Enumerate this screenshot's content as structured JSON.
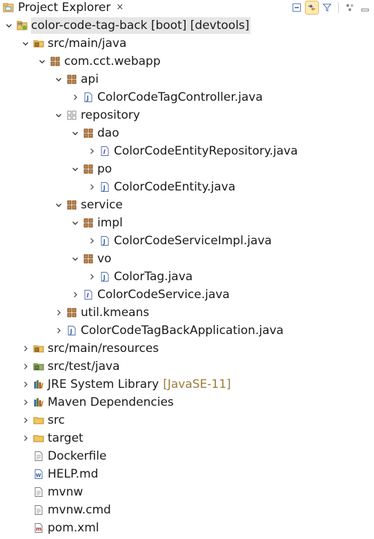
{
  "view": {
    "title": "Project Explorer",
    "close_glyph": "×"
  },
  "toolbar": {
    "buttons": [
      {
        "name": "collapse-all-icon"
      },
      {
        "name": "link-with-editor-icon",
        "active": true
      },
      {
        "name": "filter-icon"
      },
      {
        "name": "separator"
      },
      {
        "name": "view-menu-icon"
      },
      {
        "name": "minimize-icon"
      }
    ]
  },
  "colors": {
    "selection": "#e6e6e6",
    "decoration": "#9a7b3a",
    "folder": "#e8b94a",
    "java": "#3f6fb5"
  },
  "tree": [
    {
      "label": "color-code-tag-back [boot] [devtools]",
      "depth": 0,
      "twisty": "open",
      "icon": "boot-project-icon",
      "selected": true
    },
    {
      "label": "src/main/java",
      "depth": 1,
      "twisty": "open",
      "icon": "source-folder-icon"
    },
    {
      "label": "com.cct.webapp",
      "depth": 2,
      "twisty": "open",
      "icon": "package-icon"
    },
    {
      "label": "api",
      "depth": 3,
      "twisty": "open",
      "icon": "package-icon"
    },
    {
      "label": "ColorCodeTagController.java",
      "depth": 4,
      "twisty": "closed",
      "icon": "java-file-icon"
    },
    {
      "label": "repository",
      "depth": 3,
      "twisty": "open",
      "icon": "empty-package-icon"
    },
    {
      "label": "dao",
      "depth": 4,
      "twisty": "open",
      "icon": "package-icon"
    },
    {
      "label": "ColorCodeEntityRepository.java",
      "depth": 5,
      "twisty": "closed",
      "icon": "java-interface-file-icon"
    },
    {
      "label": "po",
      "depth": 4,
      "twisty": "open",
      "icon": "package-icon"
    },
    {
      "label": "ColorCodeEntity.java",
      "depth": 5,
      "twisty": "closed",
      "icon": "java-file-icon"
    },
    {
      "label": "service",
      "depth": 3,
      "twisty": "open",
      "icon": "package-icon"
    },
    {
      "label": "impl",
      "depth": 4,
      "twisty": "open",
      "icon": "package-icon"
    },
    {
      "label": "ColorCodeServiceImpl.java",
      "depth": 5,
      "twisty": "closed",
      "icon": "java-file-icon"
    },
    {
      "label": "vo",
      "depth": 4,
      "twisty": "open",
      "icon": "package-icon"
    },
    {
      "label": "ColorTag.java",
      "depth": 5,
      "twisty": "closed",
      "icon": "java-file-icon"
    },
    {
      "label": "ColorCodeService.java",
      "depth": 4,
      "twisty": "closed",
      "icon": "java-interface-file-icon"
    },
    {
      "label": "util.kmeans",
      "depth": 3,
      "twisty": "closed",
      "icon": "package-icon"
    },
    {
      "label": "ColorCodeTagBackApplication.java",
      "depth": 3,
      "twisty": "closed",
      "icon": "java-file-icon"
    },
    {
      "label": "src/main/resources",
      "depth": 1,
      "twisty": "closed",
      "icon": "source-folder-icon"
    },
    {
      "label": "src/test/java",
      "depth": 1,
      "twisty": "closed",
      "icon": "test-source-folder-icon"
    },
    {
      "label": "JRE System Library",
      "decoration": "[JavaSE-11]",
      "depth": 1,
      "twisty": "closed",
      "icon": "library-icon"
    },
    {
      "label": "Maven Dependencies",
      "depth": 1,
      "twisty": "closed",
      "icon": "library-icon"
    },
    {
      "label": "src",
      "depth": 1,
      "twisty": "closed",
      "icon": "folder-icon"
    },
    {
      "label": "target",
      "depth": 1,
      "twisty": "closed",
      "icon": "folder-icon"
    },
    {
      "label": "Dockerfile",
      "depth": 1,
      "twisty": "none",
      "icon": "text-file-icon"
    },
    {
      "label": "HELP.md",
      "depth": 1,
      "twisty": "none",
      "icon": "markdown-file-icon"
    },
    {
      "label": "mvnw",
      "depth": 1,
      "twisty": "none",
      "icon": "text-file-icon"
    },
    {
      "label": "mvnw.cmd",
      "depth": 1,
      "twisty": "none",
      "icon": "text-file-icon"
    },
    {
      "label": "pom.xml",
      "depth": 1,
      "twisty": "none",
      "icon": "maven-pom-icon"
    }
  ]
}
